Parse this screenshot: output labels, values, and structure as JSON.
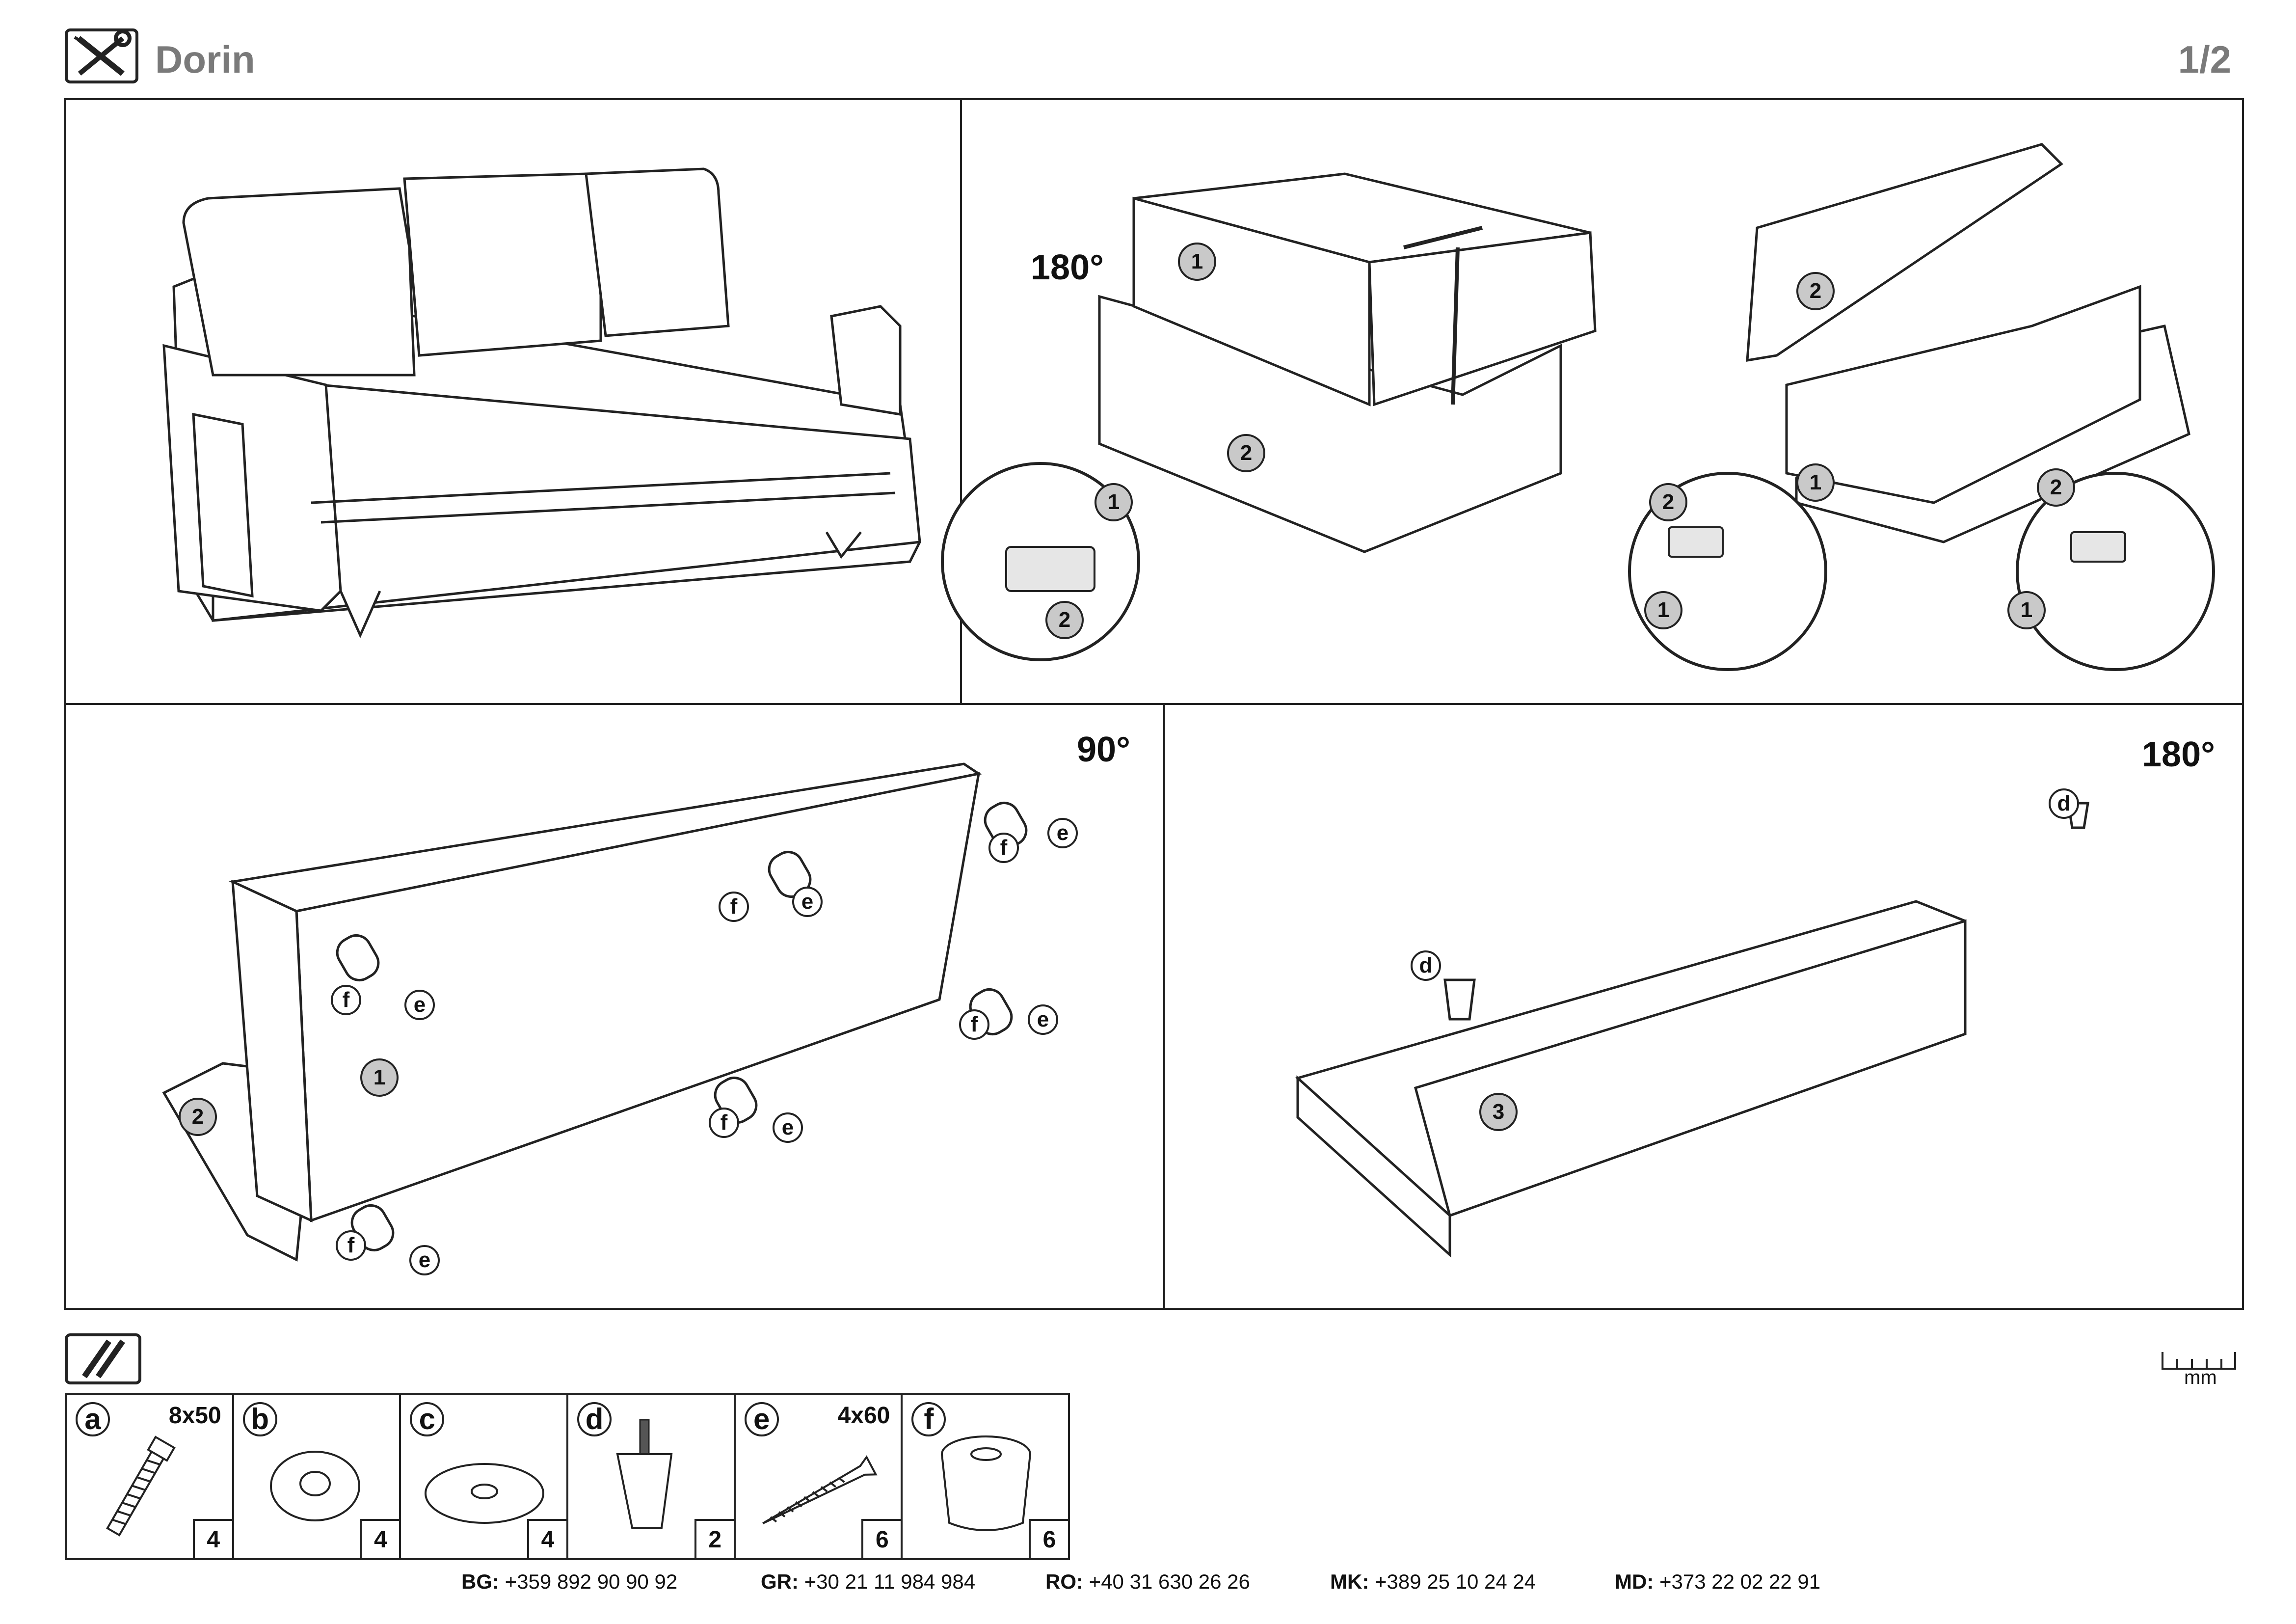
{
  "header": {
    "product_name": "Dorin",
    "page": "1/2"
  },
  "steps": {
    "step2": {
      "rotation": "180°",
      "labels": [
        "1",
        "2",
        "1",
        "2",
        "2",
        "1",
        "2",
        "1",
        "2",
        "1"
      ]
    },
    "step3": {
      "rotation": "90°",
      "labels": [
        "1",
        "2"
      ]
    },
    "step4": {
      "rotation": "180°",
      "labels": [
        "3"
      ]
    }
  },
  "hardware_letters": {
    "d": "d",
    "e": "e",
    "f": "f"
  },
  "ruler": {
    "unit": "mm"
  },
  "parts": [
    {
      "letter": "a",
      "size": "8x50",
      "qty": "4",
      "icon": "bolt-icon"
    },
    {
      "letter": "b",
      "size": "",
      "qty": "4",
      "icon": "washer-icon"
    },
    {
      "letter": "c",
      "size": "",
      "qty": "4",
      "icon": "large-washer-icon"
    },
    {
      "letter": "d",
      "size": "",
      "qty": "2",
      "icon": "leg-icon"
    },
    {
      "letter": "e",
      "size": "4x60",
      "qty": "6",
      "icon": "screw-icon"
    },
    {
      "letter": "f",
      "size": "",
      "qty": "6",
      "icon": "foot-icon"
    }
  ],
  "contacts": [
    {
      "country": "BG:",
      "phone": "+359 892 90 90 92"
    },
    {
      "country": "GR:",
      "phone": "+30 21 11 984 984"
    },
    {
      "country": "RO:",
      "phone": "+40 31 630 26 26"
    },
    {
      "country": "MK:",
      "phone": "+389 25 10 24 24"
    },
    {
      "country": "MD:",
      "phone": "+373 22 02 22 91"
    }
  ]
}
